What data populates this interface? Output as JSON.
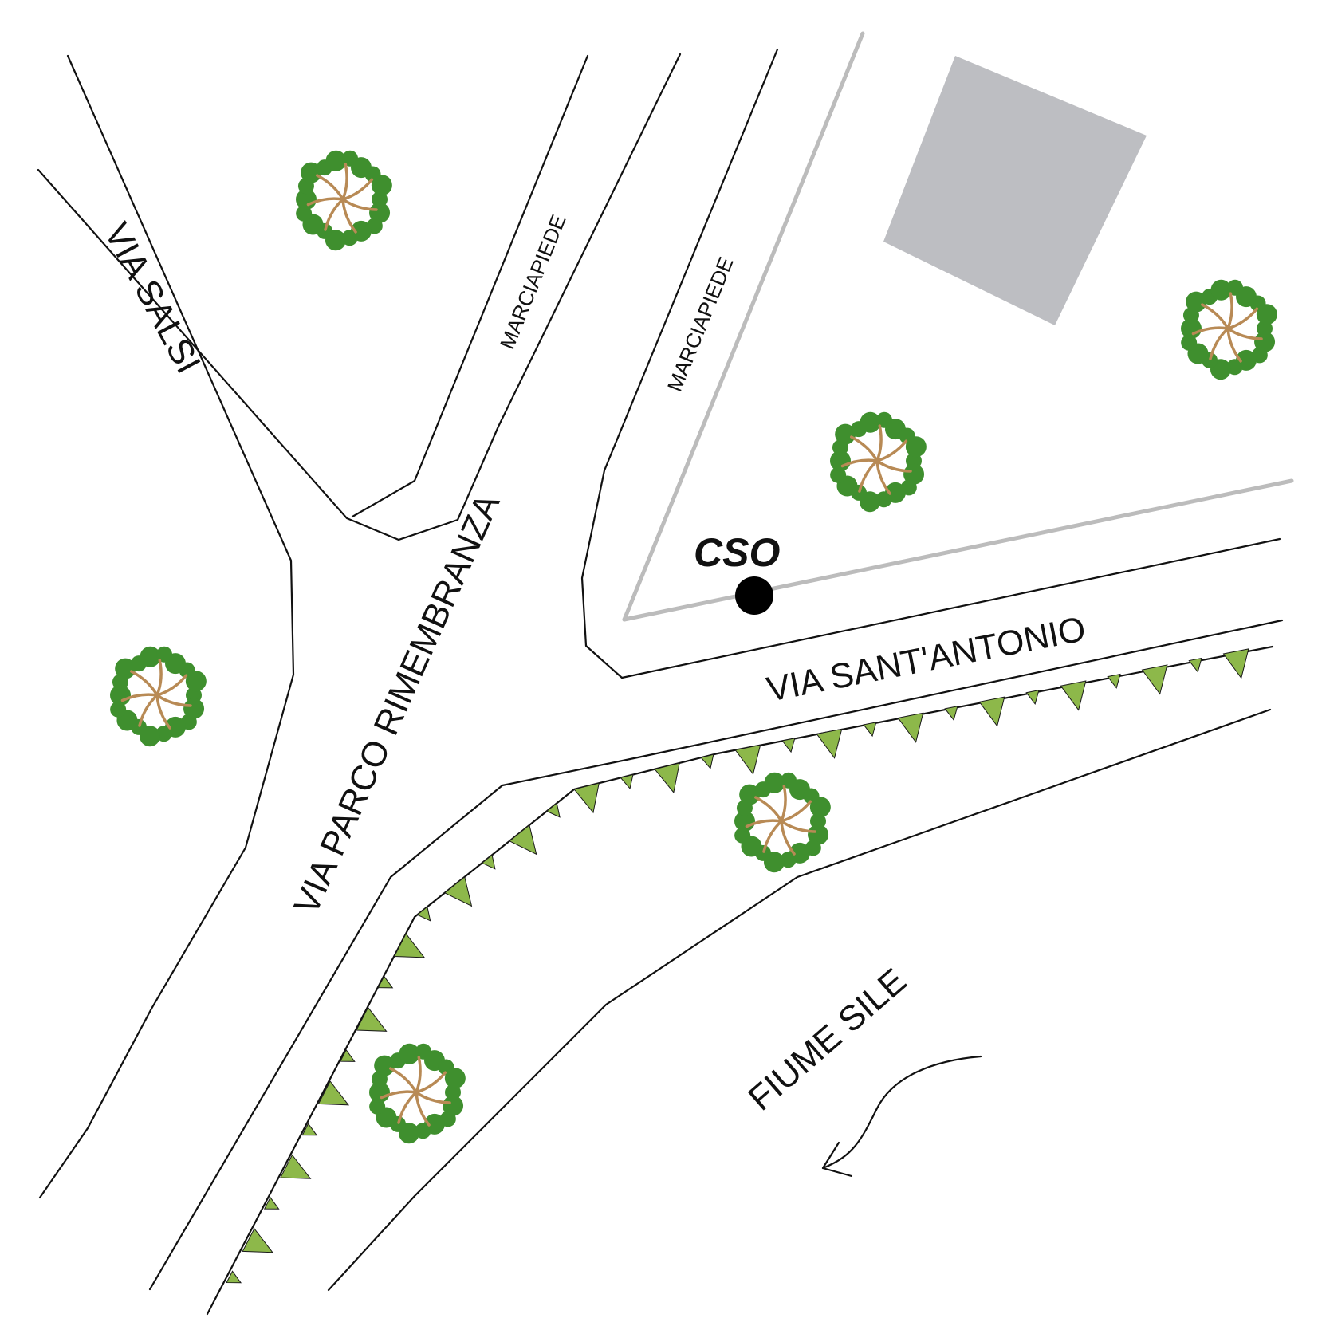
{
  "labels": {
    "via_salsi": "VIA SALSI",
    "marciapiede_left": "MARCIAPIEDE",
    "marciapiede_right": "MARCIAPIEDE",
    "via_parco": "VIA PARCO RIMEMBRANZA",
    "via_sant_antonio": "VIA SANT'ANTONIO",
    "cso": "CSO",
    "fiume": "FIUME SILE"
  },
  "colors": {
    "road_line": "#111111",
    "fence": "#bcbcbc",
    "building": "#bdbec2",
    "tree_leaf": "#3f8f2e",
    "tree_branch": "#b88a55",
    "hedge": "#8db84a",
    "cso_marker": "#000000"
  },
  "legend_icons": [
    "tree-icon",
    "hedge-triangle-icon",
    "building-icon",
    "cso-point-icon",
    "river-flow-arrow-icon"
  ]
}
